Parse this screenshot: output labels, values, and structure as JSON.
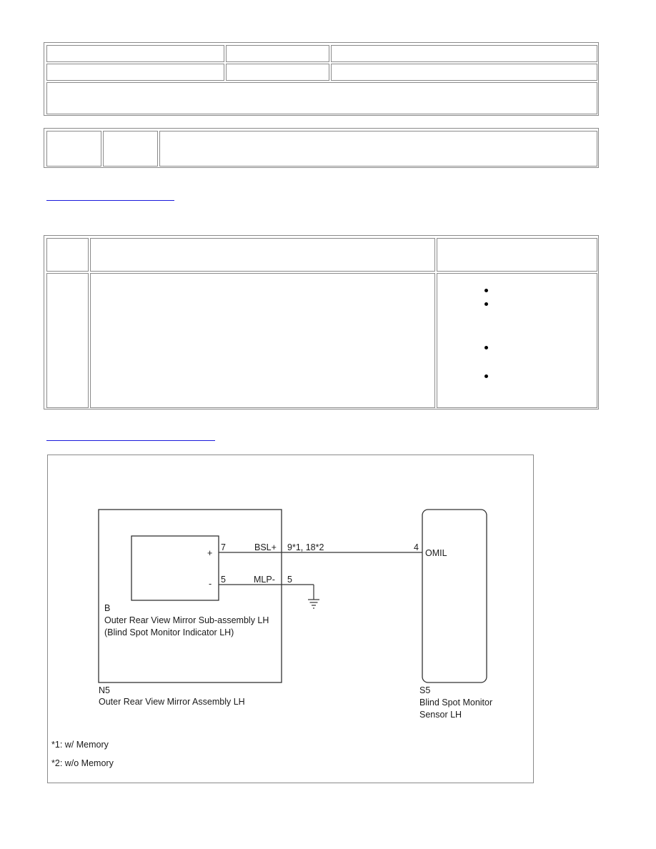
{
  "links": [
    {
      "id": "link-1",
      "text": ""
    },
    {
      "id": "link-2",
      "text": ""
    }
  ],
  "diagram": {
    "connector_component": "B",
    "component_name_line1": "Outer Rear View Mirror Sub-assembly LH",
    "component_name_line2": "(Blind Spot Monitor Indicator LH)",
    "assembly_connector": "N5",
    "assembly_name": "Outer Rear View Mirror Assembly LH",
    "sensor_connector": "S5",
    "sensor_name_line1": "Blind Spot Monitor",
    "sensor_name_line2": "Sensor LH",
    "plus_sign": "+",
    "minus_sign": "-",
    "pin_plus": "7",
    "pin_minus": "5",
    "wire_top_label": "BSL+",
    "wire_top_pins": "9*1, 18*2",
    "wire_bottom_label": "MLP-",
    "wire_bottom_pin": "5",
    "sensor_pin": "4",
    "sensor_terminal": "OMIL",
    "note1": "*1: w/ Memory",
    "note2": "*2: w/o Memory"
  },
  "colors": {
    "border": "#8a8a8a",
    "link": "#1a1adc",
    "line": "#333333"
  }
}
